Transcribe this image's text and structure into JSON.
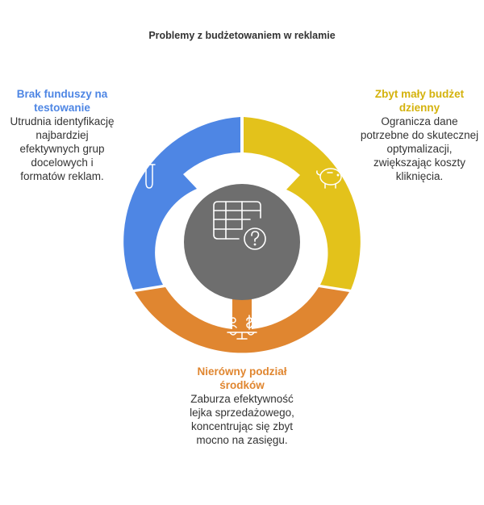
{
  "title": "Problemy z budżetowaniem w reklamie",
  "colors": {
    "blue": "#4E86E4",
    "yellow": "#E3C21B",
    "orange": "#E08630",
    "center": "#6E6E6E"
  },
  "segments": [
    {
      "id": "left",
      "heading": "Brak funduszy na testowanie",
      "description": "Utrudnia identyfikację najbardziej efektywnych grup docelowych i formatów reklam.",
      "icon": "test-tube-icon",
      "color": "#4E86E4"
    },
    {
      "id": "right",
      "heading": "Zbyt mały budżet dzienny",
      "description": "Ogranicza dane potrzebne do skutecznej optymalizacji, zwiększając koszty kliknięcia.",
      "icon": "piggy-bank-icon",
      "color": "#E3C21B"
    },
    {
      "id": "bottom",
      "heading": "Nierówny podział środków",
      "description": "Zaburza efektywność lejka sprzedażowego, koncentrując się zbyt mocno na zasięgu.",
      "icon": "balance-scale-icon",
      "color": "#E08630"
    }
  ],
  "center_icon": "table-question-icon"
}
